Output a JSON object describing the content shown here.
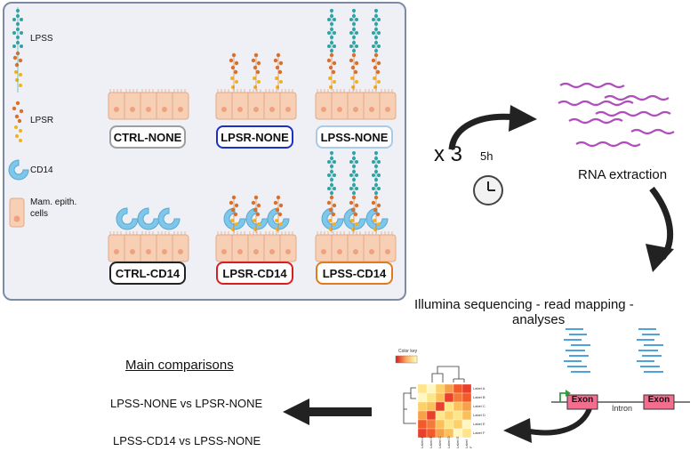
{
  "legend": {
    "lpss": "LPSS",
    "lpsr": "LPSR",
    "cd14": "CD14",
    "mam_line1": "Mam. epith.",
    "mam_line2": "cells"
  },
  "conditions": {
    "ctrl_none": "CTRL-NONE",
    "lpsr_none": "LPSR-NONE",
    "lpss_none": "LPSS-NONE",
    "ctrl_cd14": "CTRL-CD14",
    "lpsr_cd14": "LPSR-CD14",
    "lpss_cd14": "LPSS-CD14"
  },
  "colors": {
    "ctrl_border": "#9e9e9e",
    "ctrl_cd14_border": "#222222",
    "lpsr_none_border": "#1d2fc4",
    "lpss_none_border": "#a9cbe8",
    "lpsr_cd14_border": "#d62020",
    "lpss_cd14_border": "#e07b20",
    "cell_fill": "#f7cfb4",
    "arrow": "#222222",
    "exon": "#f26d8e",
    "rna": "#b04dbd"
  },
  "flow": {
    "repeat": "x 3",
    "duration": "5h",
    "rna_extraction": "RNA extraction",
    "sequencing_line1": "Illumina sequencing - read mapping -",
    "sequencing_line2": "analyses"
  },
  "gene": {
    "exon1": "Exon",
    "intron": "Intron",
    "exon2": "Exon"
  },
  "heatmap": {
    "color_key": "Color key",
    "row_labels": [
      "Label A",
      "Label B",
      "Label C",
      "Label D",
      "Label E",
      "Label F"
    ],
    "col_labels": [
      "Label A",
      "Label B",
      "Label C",
      "Label D",
      "Label E",
      "Label F"
    ]
  },
  "comparisons": {
    "title": "Main comparisons",
    "items": [
      "LPSS-NONE vs LPSR-NONE",
      "LPSS-CD14 vs LPSS-NONE"
    ]
  }
}
